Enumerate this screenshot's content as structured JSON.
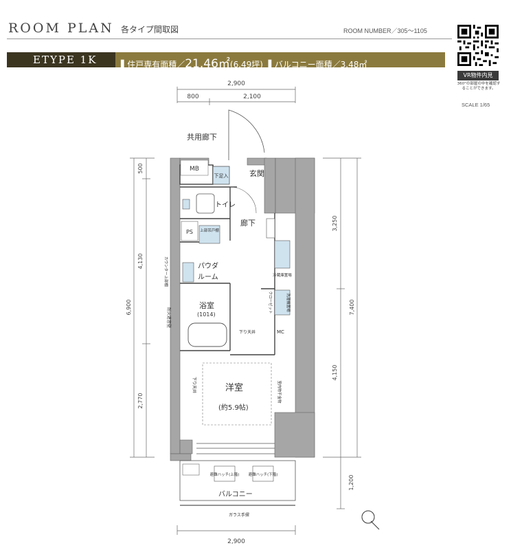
{
  "header": {
    "title": "ROOM PLAN",
    "subtitle": "各タイプ間取図",
    "room_number": "ROOM NUMBER／305〜1105"
  },
  "type_band": {
    "type_label": "ETYPE 1K",
    "private_area_label": "▌住戸専有面積／",
    "private_area_value": "21.46㎡",
    "private_area_tsubo": "(6.49坪)",
    "balcony_label": "▌バルコニー面積／",
    "balcony_value": "3.48㎡"
  },
  "side": {
    "vr_badge": "VR物件内見",
    "vr_note": "360°の部屋の中を確認することができます。",
    "scale": "SCALE 1/65"
  },
  "dimensions": {
    "top_total": "2,900",
    "top_left": "800",
    "top_right": "2,100",
    "left_top": "500",
    "left_mid": "4,130",
    "left_total": "6,900",
    "left_bottom": "2,770",
    "right_top": "3,250",
    "right_total": "7,400",
    "right_bottom": "4,150",
    "right_balcony": "1,200",
    "bottom_total": "2,900"
  },
  "rooms": {
    "corridor_common": "共用廊下",
    "mb": "MB",
    "genkan": "玄関",
    "shoes": "下足入",
    "toilet": "トイレ",
    "hallway": "廊下",
    "ps": "PS",
    "powder_1": "パウダ",
    "powder_2": "ルーム",
    "bath": "浴室",
    "bath_size": "(1014)",
    "western_room": "洋室",
    "western_size": "(約5.9帖)",
    "balcony": "バルコニー",
    "glass_rail": "ガラス手摺",
    "fire_wall": "耐火遮音壁",
    "lowered_ceiling_1": "下り天井",
    "lowered_ceiling_2": "下り天井",
    "counter_upper": "カウンター上部棚",
    "fridge": "冷蔵庫置場",
    "closet": "クローゼット",
    "washer": "洗濯機置場",
    "shelf_top": "上部吊戸棚",
    "indoor_dryer": "室内物干金物",
    "evac_hatch_1": "避難ハッチ(上階)",
    "evac_hatch_2": "避難ハッチ(下階)",
    "mc": "MC"
  }
}
